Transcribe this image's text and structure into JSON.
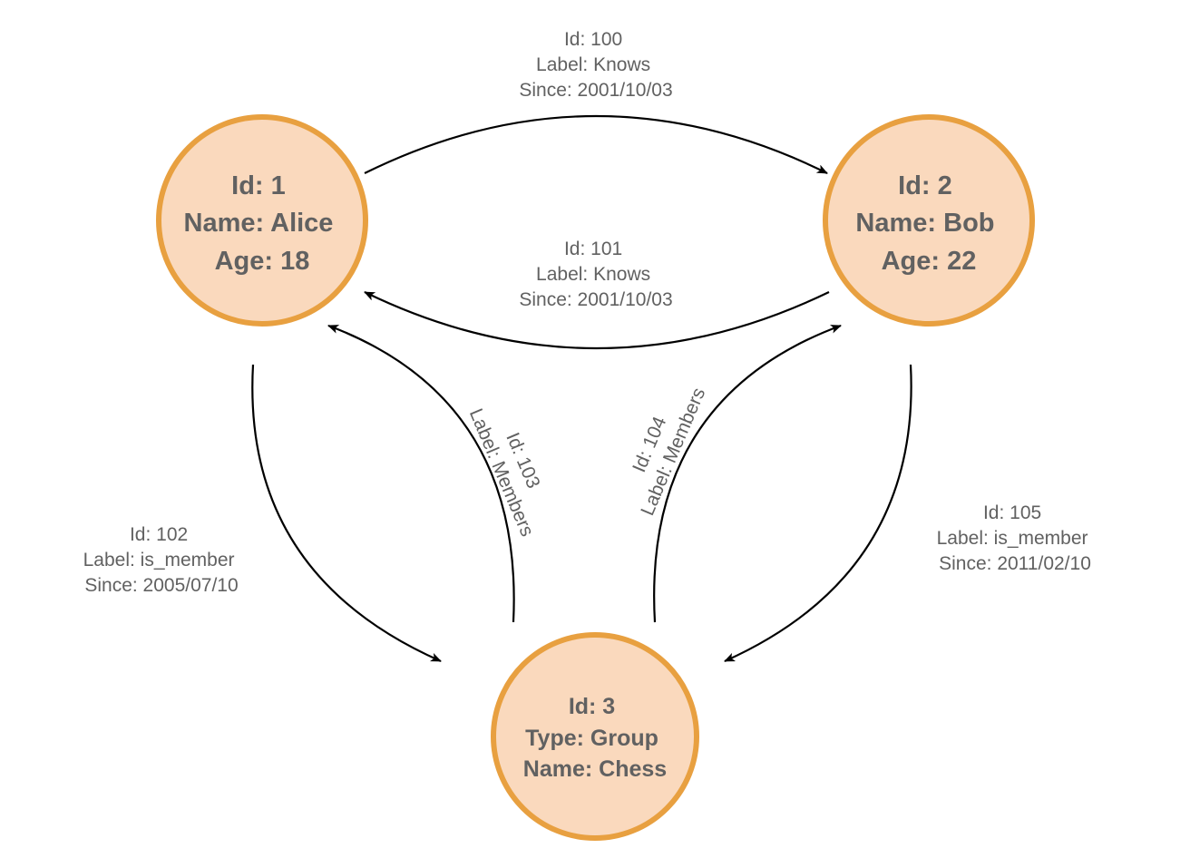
{
  "colors": {
    "node_fill": "#fad9bd",
    "node_stroke": "#e8a040",
    "node_text": "#616161",
    "edge_line": "#000000",
    "edge_text": "#616161"
  },
  "nodes": {
    "alice": {
      "lines": [
        "Id: 1",
        "Name: Alice",
        "Age: 18"
      ]
    },
    "bob": {
      "lines": [
        "Id: 2",
        "Name: Bob",
        "Age: 22"
      ]
    },
    "chess": {
      "lines": [
        "Id: 3",
        "Type: Group",
        "Name: Chess"
      ]
    }
  },
  "edges": {
    "e100": {
      "lines": [
        "Id: 100",
        "Label: Knows",
        "Since: 2001/10/03"
      ]
    },
    "e101": {
      "lines": [
        "Id: 101",
        "Label: Knows",
        "Since: 2001/10/03"
      ]
    },
    "e102": {
      "lines": [
        "Id: 102",
        "Label: is_member",
        "Since: 2005/07/10"
      ]
    },
    "e103": {
      "lines": [
        "Id: 103",
        "Label: Members"
      ]
    },
    "e104": {
      "lines": [
        "Id: 104",
        "Label: Members"
      ]
    },
    "e105": {
      "lines": [
        "Id: 105",
        "Label: is_member",
        "Since: 2011/02/10"
      ]
    }
  }
}
